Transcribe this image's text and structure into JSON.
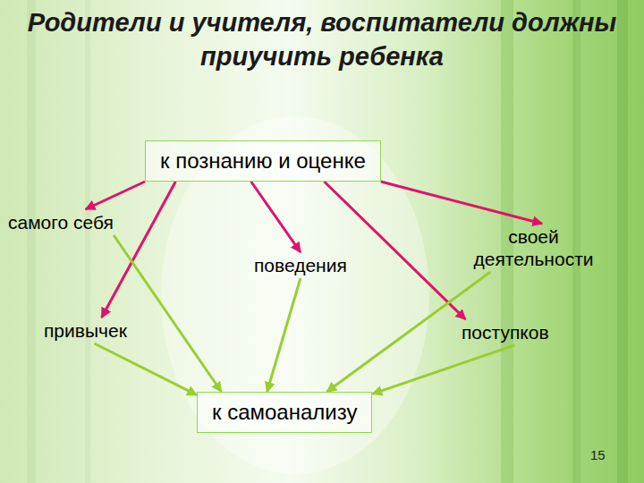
{
  "diagram": {
    "title": "Родители и учителя, воспитатели должны приучить ребенка",
    "nodes": [
      {
        "text": [
          "к познанию и оценке"
        ]
      },
      {
        "text": [
          "самого себя"
        ]
      },
      {
        "text": [
          "поведения"
        ]
      },
      {
        "text": [
          "своей деятельности"
        ]
      },
      {
        "text": [
          "привычек"
        ]
      },
      {
        "text": [
          "поступков"
        ]
      },
      {
        "text": [
          "к самоанализу"
        ]
      }
    ],
    "edges": [
      {
        "from": 0,
        "to": 1,
        "arrow": "to"
      },
      {
        "from": 0,
        "to": 4,
        "arrow": "to"
      },
      {
        "from": 0,
        "to": 2,
        "arrow": "to"
      },
      {
        "from": 0,
        "to": 5,
        "arrow": "to"
      },
      {
        "from": 0,
        "to": 3,
        "arrow": "to"
      },
      {
        "from": 1,
        "to": 6,
        "arrow": "to"
      },
      {
        "from": 4,
        "to": 6,
        "arrow": "to"
      },
      {
        "from": 2,
        "to": 6,
        "arrow": "to"
      },
      {
        "from": 3,
        "to": 6,
        "arrow": "to"
      },
      {
        "from": 5,
        "to": 6,
        "arrow": "to"
      }
    ],
    "labels": [
      "15"
    ]
  }
}
